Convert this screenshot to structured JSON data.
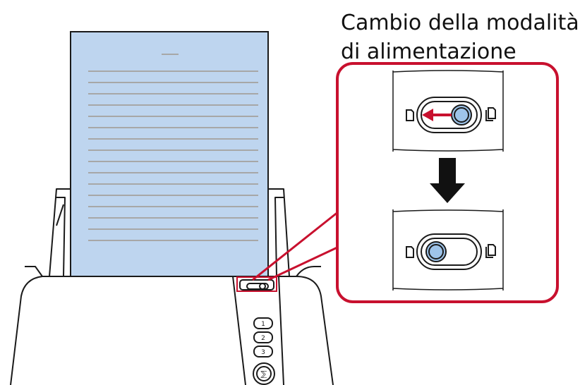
{
  "caption": {
    "line1": "Cambio della modalità",
    "line2": "di alimentazione"
  },
  "scanner": {
    "buttons": [
      "1",
      "2",
      "3"
    ],
    "scan_button_symbol": "⅀"
  },
  "callout": {
    "before_state": "switch-right-continuous",
    "after_state": "switch-left-manual",
    "arrow_icon": "down-arrow-icon"
  },
  "colors": {
    "paper_fill": "#bed5ef",
    "paper_lines": "#a7a7a7",
    "callout_border": "#c8102e",
    "switch_knob": "#9ec4ea",
    "direction_arrow": "#c8102e",
    "outline": "#1a1a1a"
  }
}
